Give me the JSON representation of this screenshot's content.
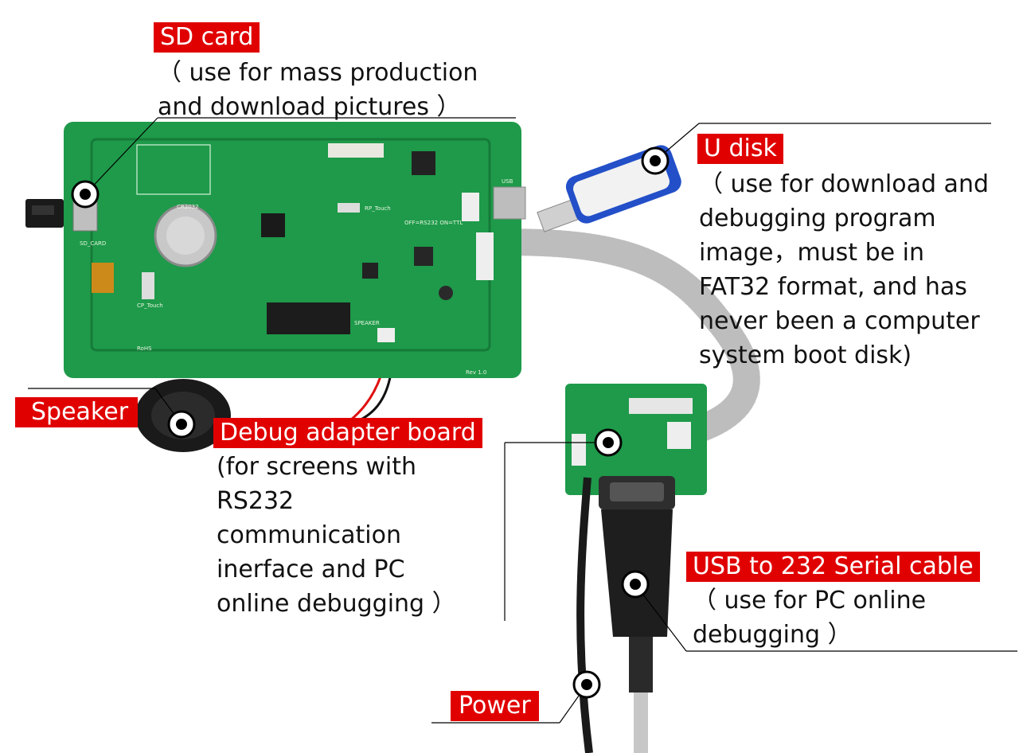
{
  "labels": {
    "sd_card": {
      "tag": "SD card",
      "desc": "（ use for mass production\nand download pictures ）"
    },
    "u_disk": {
      "tag": "U disk",
      "desc": "（ use for download and\ndebugging program\nimage，must be in\nFAT32 format, and has\nnever been a computer\nsystem boot disk)"
    },
    "speaker": {
      "tag": "Speaker"
    },
    "debug_board": {
      "tag": "Debug adapter board",
      "desc": "(for screens with\nRS232\ncommunication\ninerface and PC\nonline debugging ）"
    },
    "usb_cable": {
      "tag": "USB to 232 Serial cable",
      "desc": "（ use for PC online\ndebugging ）"
    },
    "power": {
      "tag": "Power"
    }
  },
  "board_markings": {
    "sd_slot": "SD_CARD",
    "battery": "CR2032",
    "cp_touch": "CP_Touch",
    "rp_touch": "RP_Touch",
    "speaker_conn": "SPEAKER",
    "rev": "Rev 1.0",
    "rohs": "RoHS",
    "rs232": "OFF=RS232\nON=TTL",
    "usb": "USB"
  },
  "colors": {
    "tag_bg": "#e00000",
    "pcb": "#1e9a4a",
    "pcb_dark": "#157a38",
    "leader": "#000000"
  },
  "icons": [
    "callout-marker-icon",
    "sd-card-icon",
    "usb-stick-icon",
    "db9-connector-icon"
  ]
}
